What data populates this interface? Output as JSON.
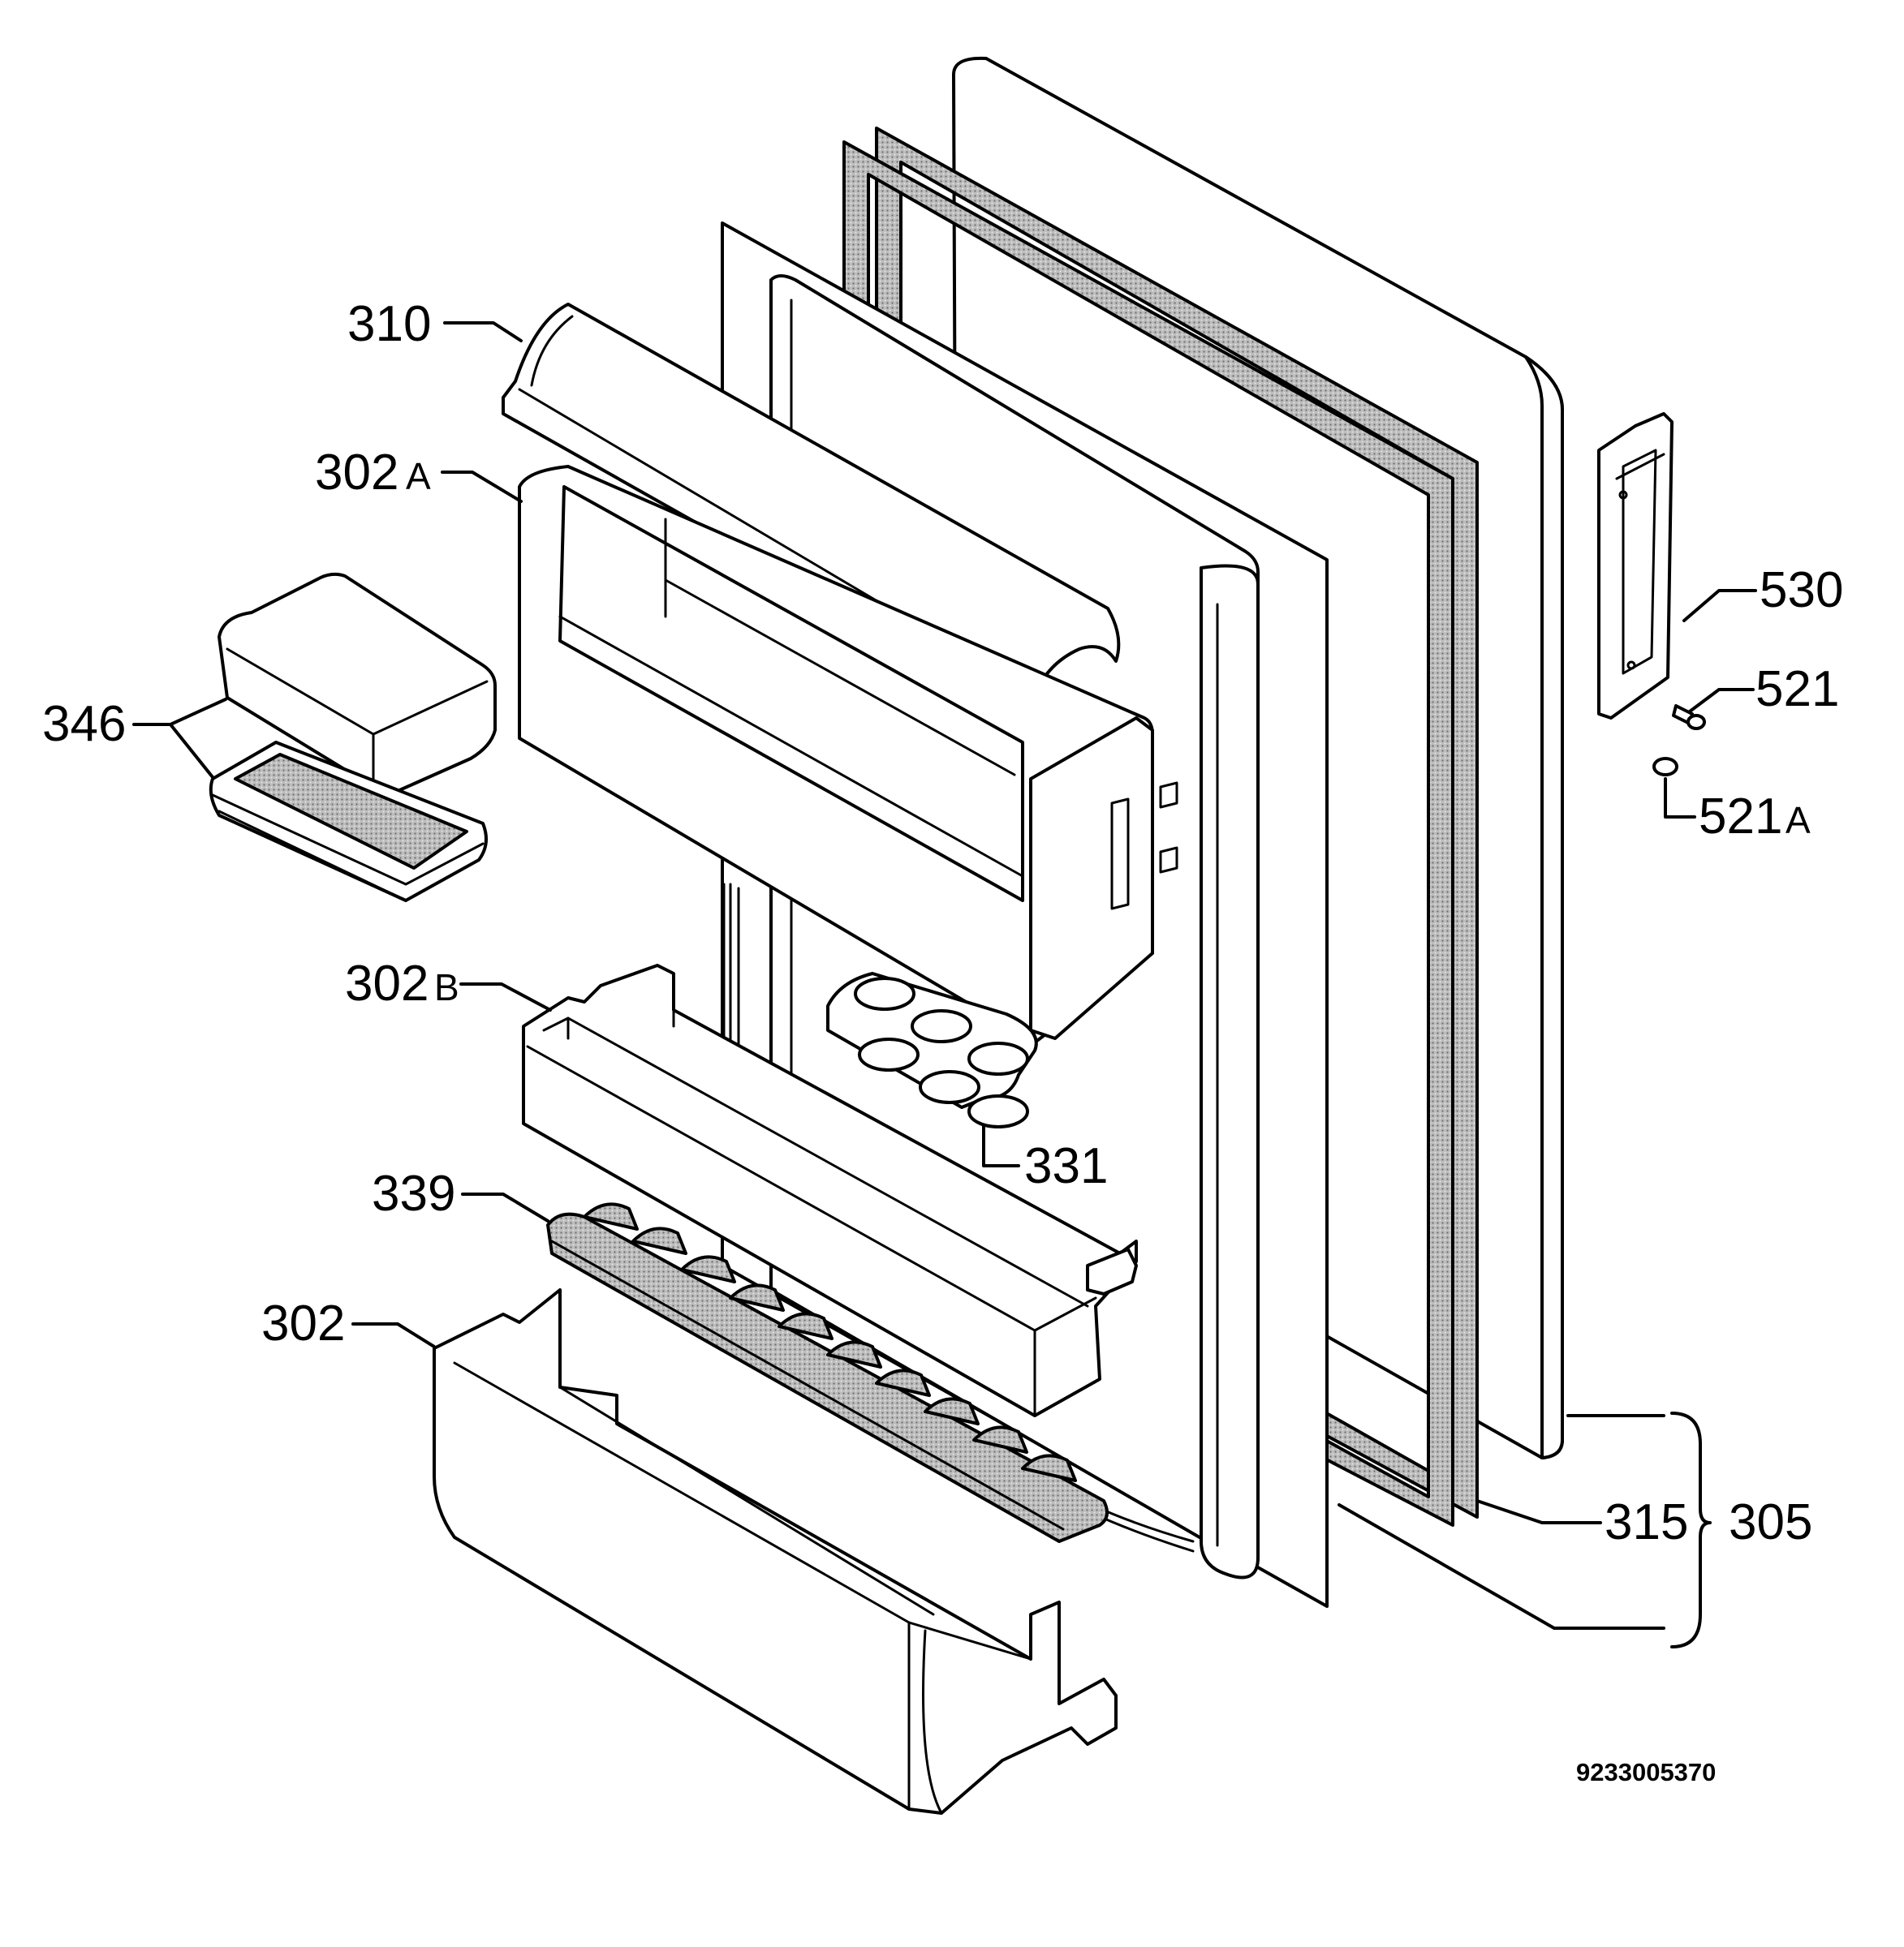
{
  "diagram": {
    "labels": {
      "p310": "310",
      "p302a": "302",
      "p302a_suffix": "A",
      "p346": "346",
      "p302b": "302",
      "p302b_suffix": "B",
      "p339": "339",
      "p302": "302",
      "p331": "331",
      "p530": "530",
      "p521": "521",
      "p521a": "521",
      "p521a_suffix": "A",
      "p315": "315",
      "p305": "305"
    },
    "drawing_code": "9233005370"
  }
}
